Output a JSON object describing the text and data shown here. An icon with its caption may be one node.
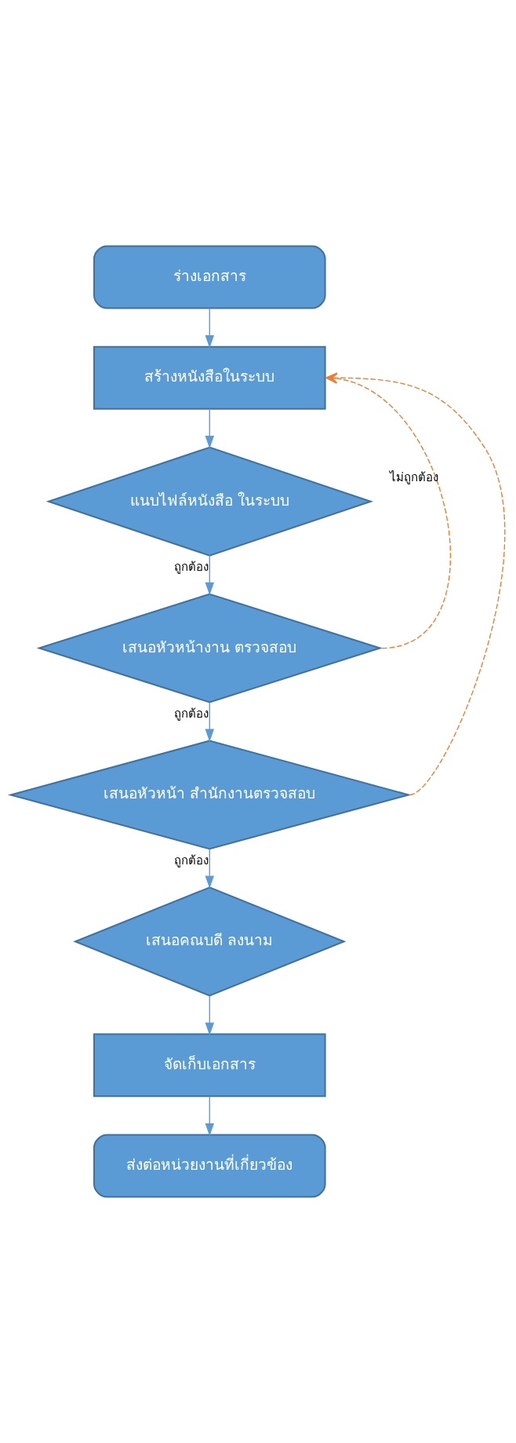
{
  "diagram": {
    "nodes": [
      {
        "text": [
          "ร่างเอกสาร"
        ]
      },
      {
        "text": [
          "สร้างหนังสือในระบบ"
        ]
      },
      {
        "text": [
          "แนบไฟล์หนังสือ ในระบบ"
        ]
      },
      {
        "text": [
          "เสนอหัวหน้างาน ตรวจสอบ"
        ]
      },
      {
        "text": [
          "เสนอหัวหน้า สำนักงานตรวจสอบ"
        ]
      },
      {
        "text": [
          "เสนอคณบดี ลงนาม"
        ]
      },
      {
        "text": [
          "จัดเก็บเอกสาร"
        ]
      },
      {
        "text": [
          "ส่งต่อหน่วยงานที่เกี่ยวข้อง"
        ]
      }
    ],
    "edges": [
      {
        "from": 0,
        "to": 1,
        "arrow": "to"
      },
      {
        "from": 1,
        "to": 2,
        "arrow": "to"
      },
      {
        "from": 2,
        "to": 3,
        "arrow": "to",
        "label": "ถูกต้อง"
      },
      {
        "from": 3,
        "to": 4,
        "arrow": "to",
        "label": "ถูกต้อง"
      },
      {
        "from": 4,
        "to": 5,
        "arrow": "to",
        "label": "ถูกต้อง"
      },
      {
        "from": 5,
        "to": 6,
        "arrow": "to"
      },
      {
        "from": 6,
        "to": 7,
        "arrow": "to"
      },
      {
        "from": 3,
        "to": 1,
        "arrow": "to",
        "style": "dashed",
        "color": "#ed7d31",
        "label": "ไม่ถูกต้อง"
      },
      {
        "from": 4,
        "to": 1,
        "arrow": "to",
        "style": "dashed",
        "color": "#ed7d31"
      }
    ]
  }
}
